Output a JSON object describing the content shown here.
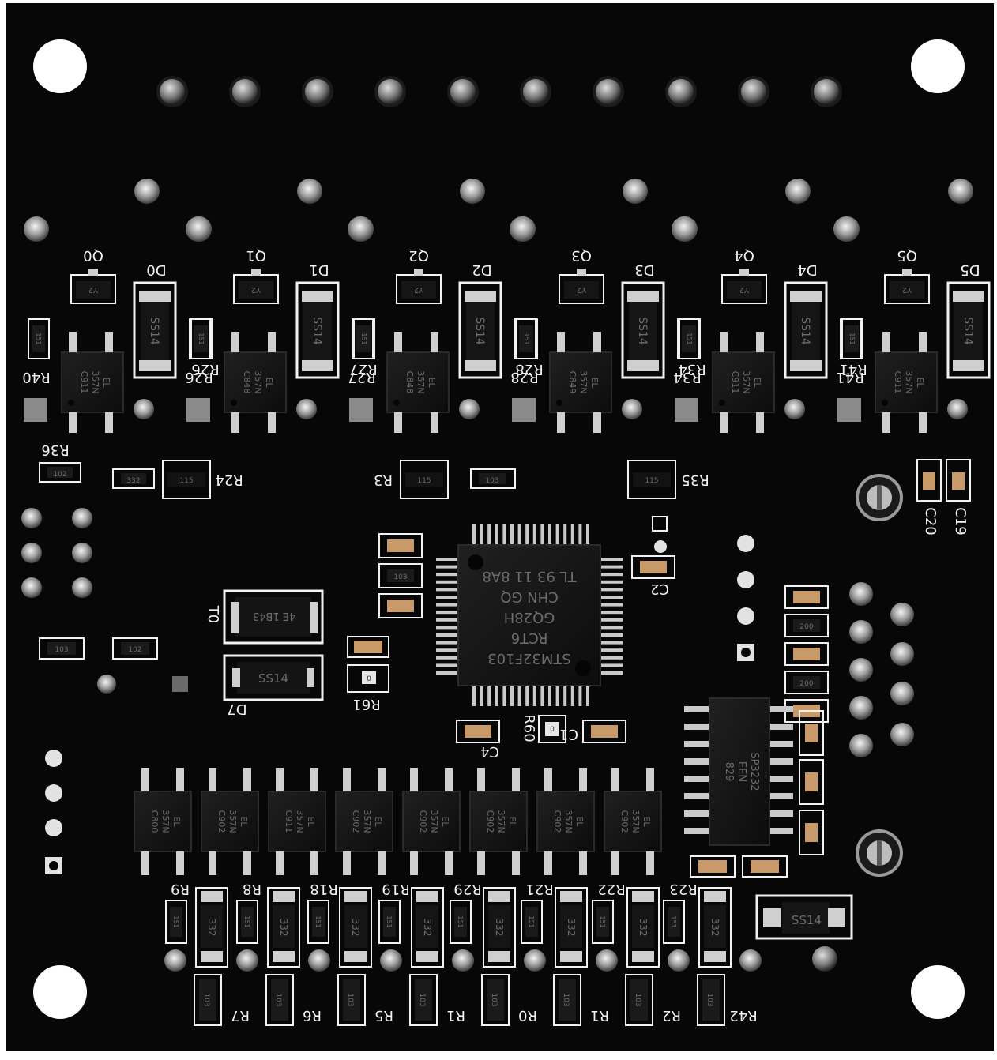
{
  "board": {
    "colors": {
      "pcb": "#070707",
      "silk": "#f2f2f2",
      "solder": "#b9b9b9",
      "chip": "#151515",
      "background": "#ffffff"
    },
    "mcu": {
      "lines": [
        "STM32F103",
        "RCT6",
        "GQ28H",
        "CHN GQ",
        "TL 93 11 8A8"
      ]
    },
    "transceiver": {
      "lines": [
        "SP3232",
        "EEN",
        "829"
      ]
    },
    "inputs": [
      {
        "r": "R40",
        "q": "Q0",
        "d": "D0",
        "rb": "R26",
        "opto": [
          "EL",
          "357N",
          "C911"
        ]
      },
      {
        "r": "R26",
        "q": "Q1",
        "d": "D1",
        "rb": "R27",
        "opto": [
          "EL",
          "357N",
          "C848"
        ]
      },
      {
        "r": "R27",
        "q": "Q2",
        "d": "D2",
        "rb": "R28",
        "opto": [
          "EL",
          "357N",
          "C848"
        ]
      },
      {
        "r": "R28",
        "q": "Q3",
        "d": "D3",
        "rb": "R34",
        "opto": [
          "EL",
          "357N",
          "C849"
        ]
      },
      {
        "r": "R34",
        "q": "Q4",
        "d": "D4",
        "rb": "R41",
        "opto": [
          "EL",
          "357N",
          "C911"
        ]
      },
      {
        "r": "R41",
        "q": "Q5",
        "d": "D5",
        "rb": "",
        "opto": [
          "EL",
          "357N",
          "C911"
        ]
      }
    ],
    "inputs_misc": {
      "diode": "SS14",
      "transistor": "Y2",
      "resistor_code": "151"
    },
    "mid_labels": {
      "r36": "R36",
      "r36_code": "102",
      "r332": "332",
      "rn": "115",
      "r24": "R24",
      "r3": "R3",
      "r35": "R35",
      "r3b": "103",
      "c20": "C20",
      "c19": "C19",
      "c2": "C2",
      "c4": "C4",
      "c1": "C1",
      "r60": "R60",
      "r61": "R61",
      "r60_code": "0",
      "r61_code": "0",
      "t0": "T0",
      "t0_code": "4E 1B43",
      "d7": "D7",
      "d7_code": "SS14",
      "r103a": "103",
      "r102a": "102",
      "c103": "103",
      "r200": "200"
    },
    "outputs_opto": [
      [
        "EL",
        "357N",
        "C800"
      ],
      [
        "EL",
        "357N",
        "C902"
      ],
      [
        "EL",
        "357N",
        "C911"
      ],
      [
        "EL",
        "357N",
        "C902"
      ],
      [
        "EL",
        "357N",
        "C902"
      ],
      [
        "EL",
        "357N",
        "C902"
      ],
      [
        "EL",
        "357N",
        "C902"
      ],
      [
        "EL",
        "357N",
        "C902"
      ]
    ],
    "out_top_labels": [
      "R9",
      "R8",
      "R18",
      "R19",
      "R29",
      "R21",
      "R22",
      "R23"
    ],
    "out_bottom_labels": [
      "R7",
      "R6",
      "R5",
      "R1",
      "R0",
      "R1",
      "R2",
      "R42"
    ],
    "out_codes": {
      "r151": "151",
      "r332": "332",
      "r103": "103"
    },
    "bottom_diode": "SS14"
  }
}
